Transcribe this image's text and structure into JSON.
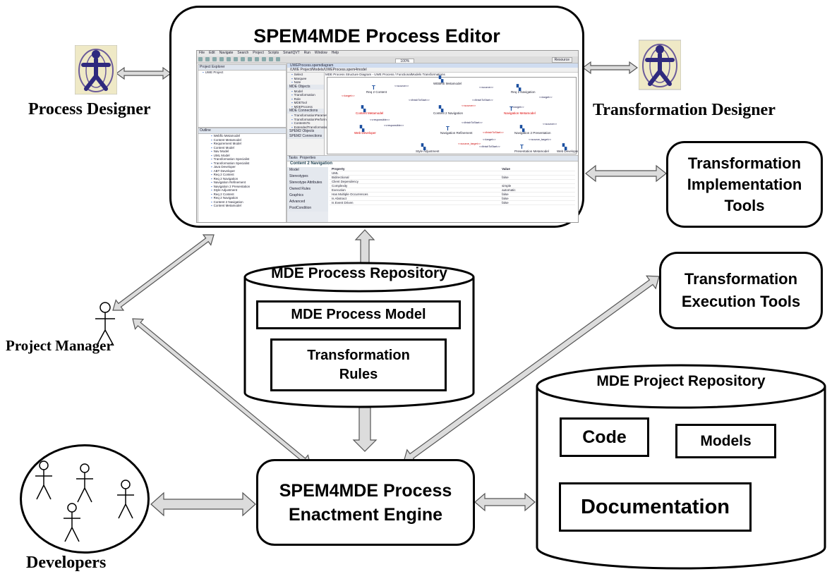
{
  "editor": {
    "title": "SPEM4MDE Process Editor",
    "ide": {
      "menus": [
        "File",
        "Edit",
        "Navigate",
        "Search",
        "Project",
        "Scripts",
        "SmartQVT",
        "Run",
        "Window",
        "Help"
      ],
      "tab": "UWEProcess.spemdiagram",
      "zoom": "100%",
      "resource": "Resource",
      "explorer_title": "Project Explorer",
      "explorer_item": "UWE Project",
      "path": "/UWE Project/Models/UWEProcess.spem4model",
      "diagram_header": "MDE Process Structure Diagram - UWE Process / FunctionalModels Transformations",
      "palette": {
        "tools": [
          "Select",
          "Marquee",
          "Note"
        ],
        "objects_title": "MDE Objects",
        "objects": [
          "Model",
          "Transformation",
          "Role",
          "MDETool",
          "MDEProcess"
        ],
        "connections_title": "MDE Connections",
        "connections": [
          "TransformationParamet...",
          "TransformationPerformer",
          "ContentsTo",
          "ExtendedTransformation"
        ],
        "spem_objects": "SPEM2 Objects",
        "spem_connections": "SPEM2 Connections"
      },
      "outline_title": "Outline",
      "outline": [
        "Webflo Metamodel",
        "Content Metamodel",
        "Requirement Model",
        "Content Model",
        "Nav Model",
        "UML Model",
        "Transformation Specialist",
        "Transformation Specialist",
        "Java Developer",
        "ABT Developer",
        "Req 2 Content",
        "Req 2 Navigation",
        "Navigation Refinement",
        "Navigation 2 Presentation",
        "Style Adjustment",
        "Req 2 Content",
        "Req 2 Navigation",
        "Content 2 Navigation",
        "Content Metamodel"
      ],
      "diagram_nodes": [
        "WEBRE Metamodel",
        "Req 2 Content",
        "Req 2 Navigation",
        "Content Metamodel",
        "Navigation Metamodel",
        "Content 2 Navigation",
        "Web Developer",
        "Navigation Refinement",
        "Navigation 2 Presentation",
        "Style Adjustment",
        "Presentation Metamodel",
        "Web Developer"
      ],
      "diagram_edges": [
        "<<source>>",
        "<<source>>",
        "<<target>>",
        "<<target>>",
        "<<finishToStart>>",
        "<<finishToStart>>",
        "<<source>>",
        "<<target>>",
        "<<responsible>>",
        "<<finishToStart>>",
        "<<source_target>>",
        "<<finishToStart>>",
        "<<source>>",
        "<<responsible>>",
        "<<finishToStart>>",
        "<<target>>",
        "<<source_target>>"
      ],
      "props_tabs": [
        "Tasks",
        "Properties"
      ],
      "props_title": "Content 2 Navigation",
      "props_sections": [
        "Model",
        "Stereotypes",
        "Stereotype Attributes",
        "Owned Rules",
        "Graphics",
        "Advanced",
        "PostCondition"
      ],
      "props_header": [
        "Property",
        "Value"
      ],
      "props_group": "UML",
      "props_rows": [
        [
          "Bidirectional",
          "false"
        ],
        [
          "Client Dependency",
          ""
        ],
        [
          "Complexity",
          "simple"
        ],
        [
          "Execution",
          "automatic"
        ],
        [
          "Has Multiple Occurrences",
          "false"
        ],
        [
          "Is Abstract",
          "false"
        ],
        [
          "Is Event Driven",
          "false"
        ]
      ]
    }
  },
  "actors": {
    "process_designer": "Process Designer",
    "transformation_designer": "Transformation Designer",
    "project_manager": "Project Manager",
    "developers": "Developers"
  },
  "tools": {
    "implementation": [
      "Transformation",
      "Implementation",
      "Tools"
    ],
    "execution": [
      "Transformation",
      "Execution Tools"
    ]
  },
  "process_repo": {
    "title": "MDE Process Repository",
    "model": "MDE Process Model",
    "rules": [
      "Transformation",
      "Rules"
    ]
  },
  "engine": [
    "SPEM4MDE Process",
    "Enactment Engine"
  ],
  "project_repo": {
    "title": "MDE Project Repository",
    "code": "Code",
    "models": "Models",
    "documentation": "Documentation"
  }
}
